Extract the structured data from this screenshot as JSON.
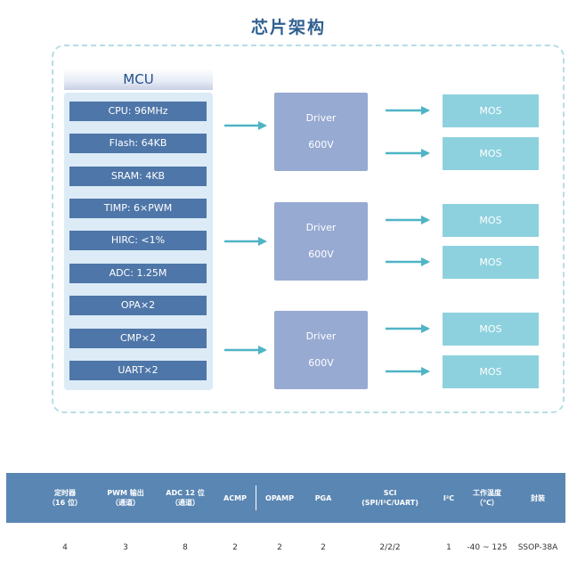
{
  "title": "芯片架构",
  "mcu": {
    "header": "MCU",
    "specs": [
      "CPU: 96MHz",
      "Flash: 64KB",
      "SRAM: 4KB",
      "TIMP: 6×PWM",
      "HIRC: <1%",
      "ADC: 1.25M",
      "OPA×2",
      "CMP×2",
      "UART×2"
    ]
  },
  "drivers": [
    {
      "name": "Driver",
      "voltage": "600V"
    },
    {
      "name": "Driver",
      "voltage": "600V"
    },
    {
      "name": "Driver",
      "voltage": "600V"
    }
  ],
  "mos_label": "MOS",
  "mos": [
    "MOS",
    "MOS",
    "MOS",
    "MOS",
    "MOS",
    "MOS"
  ],
  "table": {
    "headers": [
      "定时器\n（16 位）",
      "PWM 输出\n（通道）",
      "ADC 12 位\n（通道）",
      "ACMP",
      "OPAMP",
      "PGA",
      "SCI\n(SPI/I²C/UART)",
      "I²C",
      "工作温度\n（℃）",
      "封装"
    ],
    "values": [
      "4",
      "3",
      "8",
      "2",
      "2",
      "2",
      "2/2/2",
      "1",
      "-40 ~ 125",
      "SSOP-38A"
    ]
  },
  "colors": {
    "title": "#2f5f8f",
    "frame": "#b7dde6",
    "spec_bg": "#4e76a8",
    "driver_bg": "#97aad2",
    "mos_bg": "#8ed1de",
    "arrow": "#4fb4c6",
    "table_header": "#5a86b3"
  }
}
